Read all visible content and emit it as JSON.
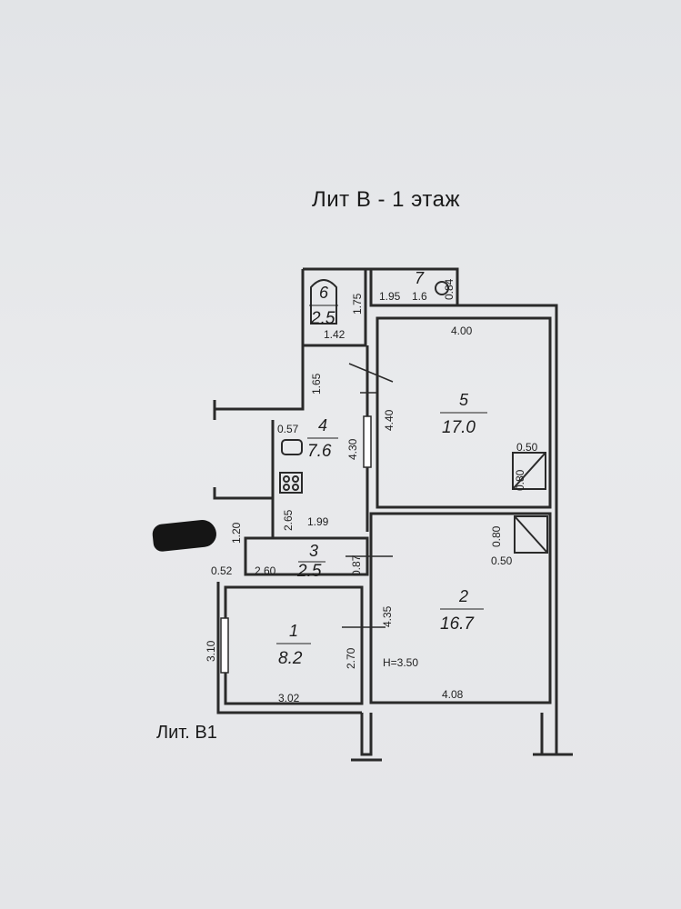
{
  "title": "Лит В - 1 этаж",
  "subtitle": "Лит. В1",
  "height_label": "H=3.50",
  "rooms": [
    {
      "number": "1",
      "area": "8.2"
    },
    {
      "number": "2",
      "area": "16.7"
    },
    {
      "number": "3",
      "area": "2.5"
    },
    {
      "number": "4",
      "area": "7.6"
    },
    {
      "number": "5",
      "area": "17.0"
    },
    {
      "number": "6",
      "area": "2.5"
    },
    {
      "number": "7",
      "area": "1.6"
    }
  ],
  "dimensions": {
    "d400": "4.00",
    "d440": "4.40",
    "d430": "4.30",
    "d165": "1.65",
    "d175": "1.75",
    "d195": "1.95",
    "d142": "1.42",
    "d084": "0.84",
    "d057": "0.57",
    "d050a": "0.50",
    "d080a": "0.80",
    "d080b": "0.80",
    "d050b": "0.50",
    "d265": "2.65",
    "d199": "1.99",
    "d120": "1.20",
    "d052": "0.52",
    "d260": "2.60",
    "d087": "0.87",
    "d435": "4.35",
    "d270": "2.70",
    "d310": "3.10",
    "d302": "3.02",
    "d408": "4.08"
  }
}
